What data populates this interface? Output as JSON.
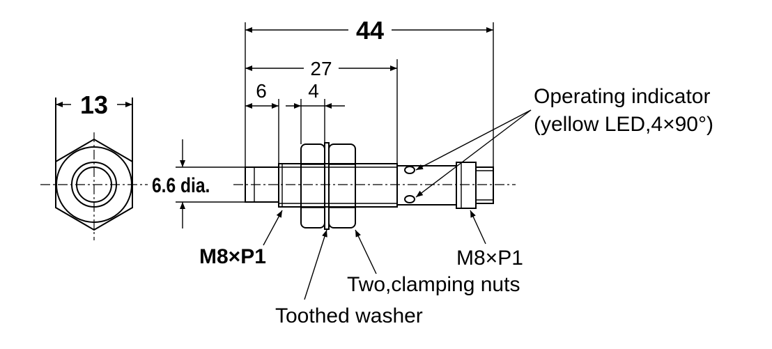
{
  "dimensions": {
    "hex_width": "13",
    "overall_length": "44",
    "thread_length": "27",
    "sensing_head_length": "6",
    "nut_thickness": "4",
    "head_diameter": "6.6 dia."
  },
  "callouts": {
    "front_thread": "M8×P1",
    "connector_thread": "M8×P1",
    "nuts": "Two,clamping nuts",
    "washer": "Toothed washer",
    "indicator_line1": "Operating indicator",
    "indicator_line2": "(yellow LED,4×90°)"
  }
}
